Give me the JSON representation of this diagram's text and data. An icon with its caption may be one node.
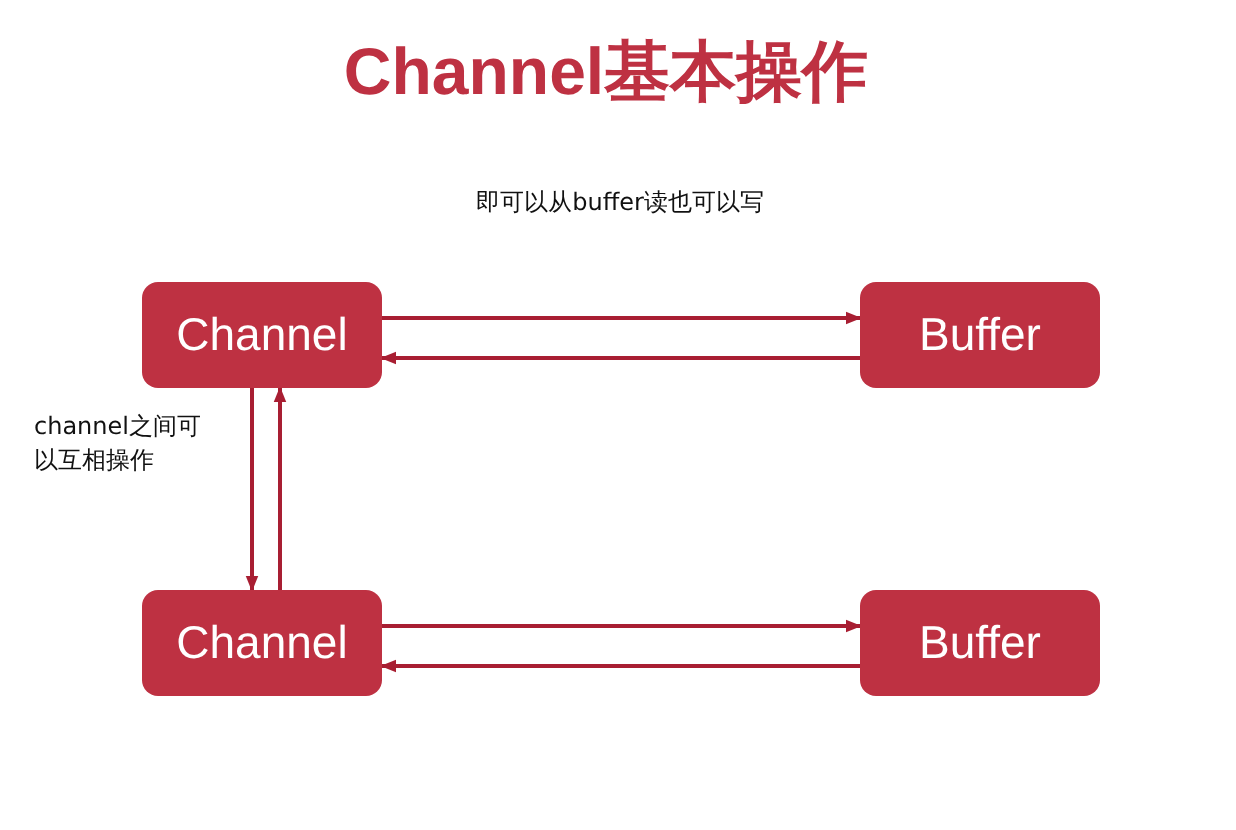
{
  "diagram": {
    "title": "Channel基本操作",
    "nodes": [
      {
        "text": [
          "Channel"
        ]
      },
      {
        "text": [
          "Buffer"
        ]
      },
      {
        "text": [
          "Channel"
        ]
      },
      {
        "text": [
          "Buffer"
        ]
      }
    ],
    "edges": [
      {
        "from": 0,
        "to": 1,
        "arrow": "to"
      },
      {
        "from": 1,
        "to": 0,
        "arrow": "to"
      },
      {
        "from": 0,
        "to": 2,
        "arrow": "to"
      },
      {
        "from": 2,
        "to": 0,
        "arrow": "to"
      },
      {
        "from": 2,
        "to": 3,
        "arrow": "to"
      },
      {
        "from": 3,
        "to": 2,
        "arrow": "to"
      }
    ],
    "labels": [
      "即可以从buffer读也可以写",
      "channel之间可以互相操作"
    ]
  }
}
